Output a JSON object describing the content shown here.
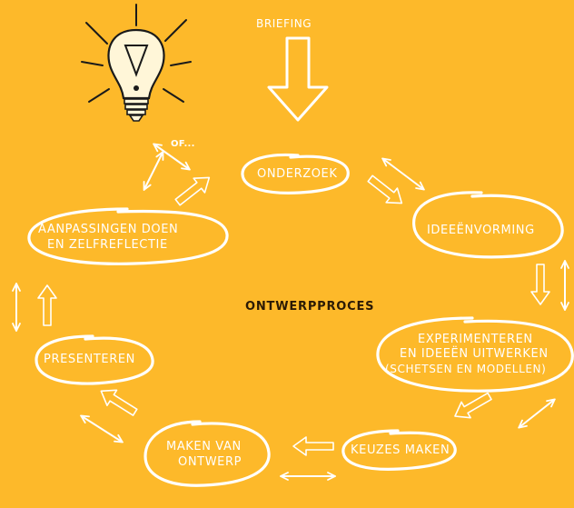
{
  "title": "ONTWERPPROCES",
  "briefing": "BRIEFING",
  "or_label": "OF...",
  "steps": {
    "onderzoek": "ONDERZOEK",
    "ideeenvorming": "IDEEËNVORMING",
    "experimenteren": [
      "EXPERIMENTEREN",
      "EN IDEEËN UITWERKEN",
      "(SCHETSEN EN MODELLEN)"
    ],
    "keuzes": "KEUZES MAKEN",
    "maken": [
      "MAKEN VAN",
      "ONTWERP"
    ],
    "presenteren": "PRESENTEREN",
    "aanpassingen": [
      "AANPASSINGEN DOEN",
      "EN ZELFREFLECTIE"
    ]
  },
  "colors": {
    "background": "#fdb92a",
    "stroke": "#ffffff",
    "bulb_outline": "#1a1a1a",
    "bulb_glow": "#fff6d8"
  },
  "icons": [
    "lightbulb-icon",
    "down-arrow-icon",
    "double-arrow-icon",
    "hollow-arrow-icon"
  ]
}
